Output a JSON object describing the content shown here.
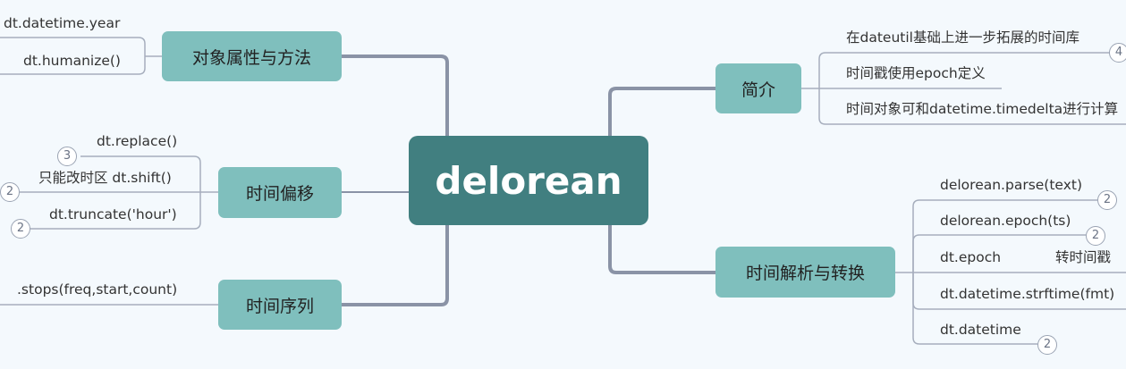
{
  "root": {
    "label": "delorean"
  },
  "branches": {
    "attrs": {
      "label": "对象属性与方法",
      "leaves": [
        "dt.datetime.year",
        "dt.humanize()"
      ]
    },
    "offset": {
      "label": "时间偏移",
      "leaves": [
        "dt.replace()",
        "只能改时区 dt.shift()",
        "dt.truncate('hour')"
      ],
      "badges": [
        "3",
        "2",
        "2"
      ]
    },
    "series": {
      "label": "时间序列",
      "leaves": [
        ".stops(freq,start,count)"
      ]
    },
    "intro": {
      "label": "简介",
      "leaves": [
        "在dateutil基础上进一步拓展的时间库",
        "时间戳使用epoch定义",
        "时间对象可和datetime.timedelta进行计算"
      ],
      "badges": [
        "4"
      ]
    },
    "parse": {
      "label": "时间解析与转换",
      "leaves": [
        "delorean.parse(text)",
        "delorean.epoch(ts)",
        "dt.epoch",
        "dt.datetime.strftime(fmt)",
        "dt.datetime"
      ],
      "note": "转时间戳",
      "badges": [
        "2",
        "2",
        "2"
      ]
    }
  },
  "colors": {
    "background": "#f4f9fd",
    "root": "#417f80",
    "branch": "#7fbfbd",
    "connector_main": "#8a93a6",
    "connector_leaf": "#a6aebd"
  }
}
